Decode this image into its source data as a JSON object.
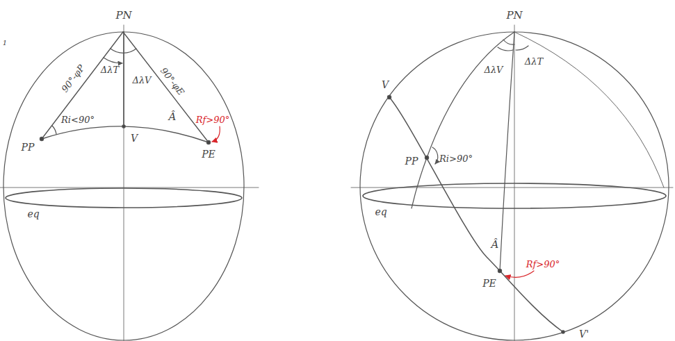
{
  "diagram": {
    "labels": [
      "1",
      "PN",
      "90°-φP",
      "ΔλT",
      "ΔλV",
      "90°-φE",
      "Ri<90°",
      "Rf>90°",
      "PP",
      "V",
      "Â",
      "PE",
      "eq",
      "PN",
      "V",
      "ΔλV",
      "ΔλT",
      "PP",
      "Ri>90°",
      "Â",
      "Rf>90°",
      "PE",
      "V'",
      "eq"
    ]
  }
}
